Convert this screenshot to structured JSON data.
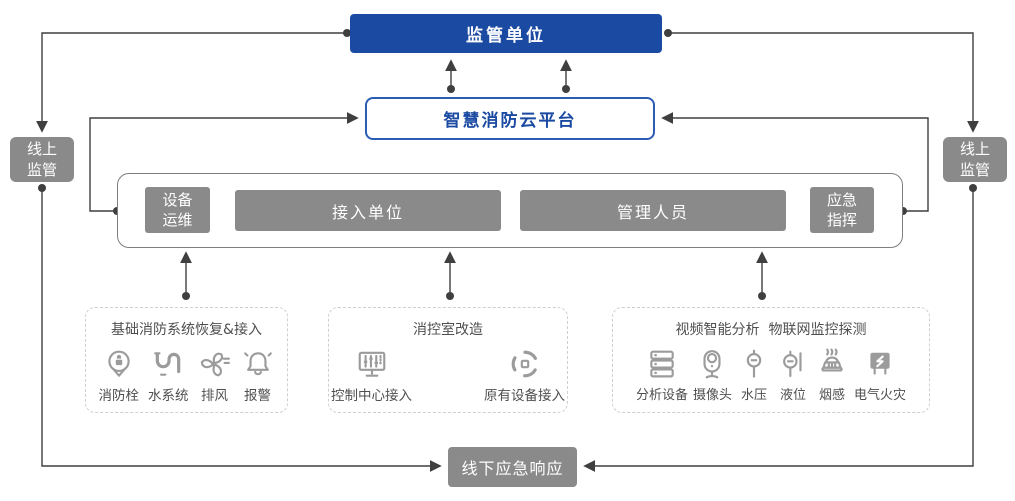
{
  "colors": {
    "primary_blue": "#1b4aa2",
    "cloud_border_blue": "#2b5db4",
    "box_gray": "#8a8a8a",
    "line_dark": "#3f3f3f",
    "icon_gray": "#9b9b9b",
    "dashed_border": "#cfcfcf"
  },
  "nodes": {
    "regulator": {
      "label": "监管单位"
    },
    "cloud_platform": {
      "label": "智慧消防云平台"
    },
    "online_supervision_left": {
      "lines": [
        "线上",
        "监管"
      ]
    },
    "online_supervision_right": {
      "lines": [
        "线上",
        "监管"
      ]
    },
    "device_ops": {
      "lines": [
        "设备",
        "运维"
      ]
    },
    "access_unit": {
      "label": "接入单位"
    },
    "managers": {
      "label": "管理人员"
    },
    "emergency_command": {
      "lines": [
        "应急",
        "指挥"
      ]
    },
    "offline_response": {
      "label": "线下应急响应"
    }
  },
  "groups": [
    {
      "title": "基础消防系统恢复&接入",
      "items": [
        {
          "icon": "hydrant-icon",
          "label": "消防栓"
        },
        {
          "icon": "water-pipe-icon",
          "label": "水系统"
        },
        {
          "icon": "fan-icon",
          "label": "排风"
        },
        {
          "icon": "alarm-bell-icon",
          "label": "报警"
        }
      ]
    },
    {
      "title": "消控室改造",
      "items": [
        {
          "icon": "control-center-icon",
          "label": "控制中心接入"
        },
        {
          "icon": "legacy-device-icon",
          "label": "原有设备接入"
        }
      ]
    },
    {
      "title": "视频智能分析  物联网监控探测",
      "items": [
        {
          "icon": "analysis-server-icon",
          "label": "分析设备"
        },
        {
          "icon": "camera-icon",
          "label": "摄像头"
        },
        {
          "icon": "water-pressure-icon",
          "label": "水压"
        },
        {
          "icon": "liquid-level-icon",
          "label": "液位"
        },
        {
          "icon": "smoke-detector-icon",
          "label": "烟感"
        },
        {
          "icon": "electrical-fire-icon",
          "label": "电气火灾"
        }
      ]
    }
  ]
}
